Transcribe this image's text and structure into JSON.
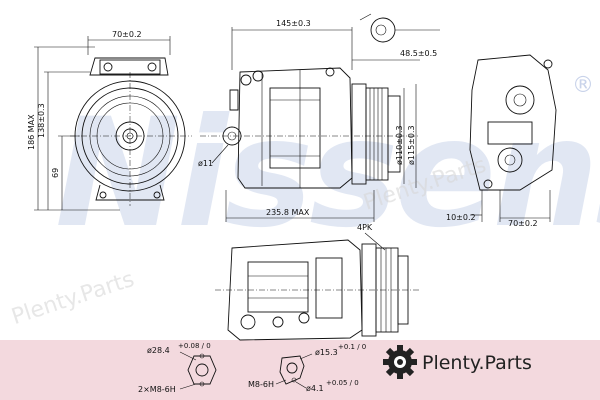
{
  "watermark": {
    "brand": "Nissens",
    "registered": "®",
    "site": "Plenty.Parts"
  },
  "logo": {
    "text": "Plenty.Parts",
    "band_color": "#f3d9de"
  },
  "dimensions": {
    "front_width": "70±0.2",
    "front_height": "186 MAX",
    "front_inner_height": "138±0.3",
    "front_center": "69",
    "top_length": "145±0.3",
    "side_offset": "48.5±0.5",
    "pulley_d1": "ø110±0.3",
    "pulley_d2": "ø115±0.3",
    "port_d": "ø11",
    "total_length": "235.8 MAX",
    "groove": "4PK",
    "right_offset": "10±0.2",
    "right_width": "70±0.2",
    "fitting_a_d": "ø28.4",
    "fitting_a_tol": "+0.08 / 0",
    "fitting_a_thread": "2×M8-6H",
    "fitting_b_d": "ø15.3",
    "fitting_b_tol": "+0.1 / 0",
    "fitting_b_thread": "M8-6H",
    "fitting_b_pin": "ø4.1",
    "fitting_b_pin_tol": "+0.05 / 0"
  }
}
